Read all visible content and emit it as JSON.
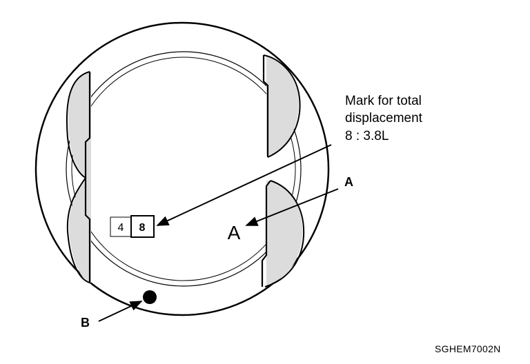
{
  "diagram": {
    "annotation": {
      "line1": "Mark for total",
      "line2": "displacement",
      "line3": "8 : 3.8L"
    },
    "labels": {
      "a_callout": "A",
      "a_mark": "A",
      "b_callout": "B"
    },
    "stamp": {
      "left_digit": "4",
      "right_digit": "8"
    },
    "figure_code": "SGHEM7002N",
    "colors": {
      "ink": "#000000",
      "paper": "#ffffff",
      "shadow": "#d8d8d8"
    }
  }
}
